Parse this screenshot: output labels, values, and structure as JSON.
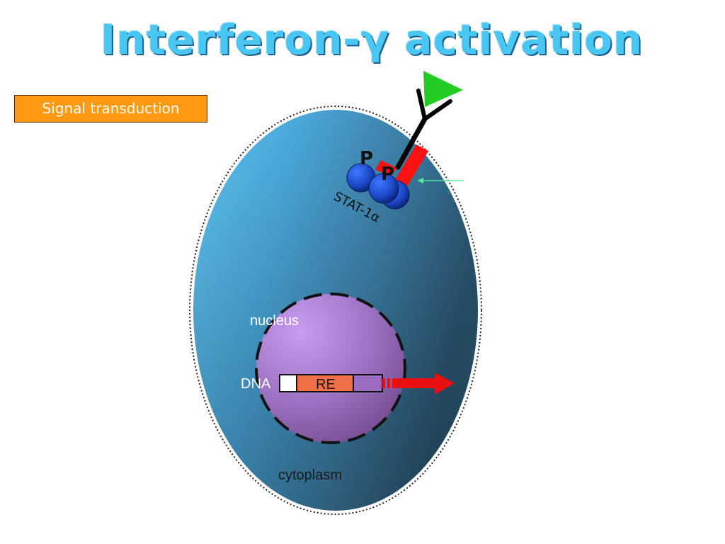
{
  "title": "Interferon-γ activation",
  "badge": "Signal transduction",
  "labels": {
    "phospho_1": "P",
    "phospho_2": "P",
    "stat": "STAT-1α",
    "nucleus": "nucleus",
    "dna": "DNA",
    "re": "RE",
    "cytoplasm": "cytoplasm"
  },
  "colors": {
    "title": "#49c6f2",
    "badge": "#ff9a12",
    "cell": "#3d86b0",
    "nucleus": "#a878c8",
    "receptor": "#ff1010",
    "ligand": "#22cc22",
    "stat_protein": "#1c52c9",
    "re_box": "#f07048",
    "pointer_arrow": "#55e8a0"
  }
}
